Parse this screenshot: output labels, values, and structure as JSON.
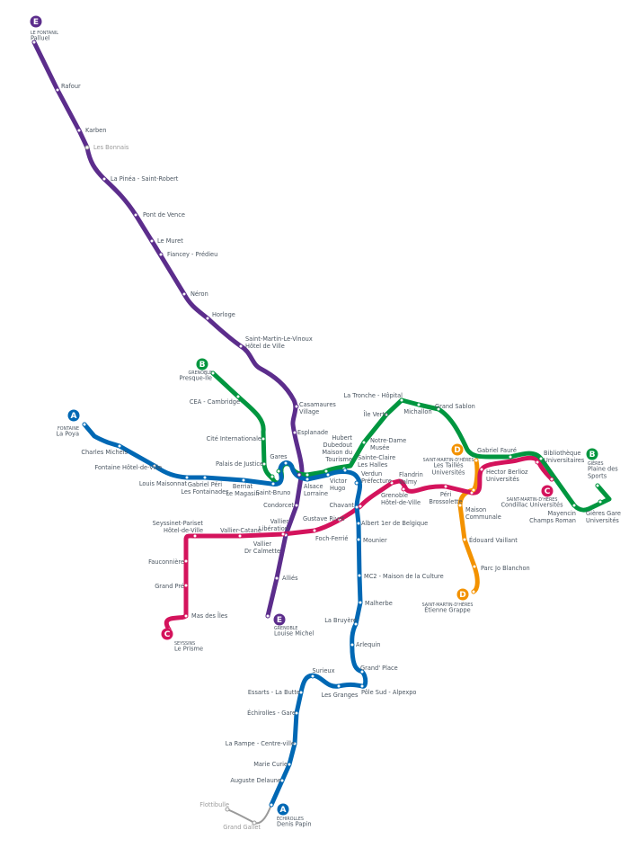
{
  "lines": {
    "A": {
      "letter": "A",
      "color": "#0068b4"
    },
    "B": {
      "letter": "B",
      "color": "#00963f"
    },
    "C": {
      "letter": "C",
      "color": "#d4135c"
    },
    "D": {
      "letter": "D",
      "color": "#f39200"
    },
    "E": {
      "letter": "E",
      "color": "#5c2d8c"
    },
    "closed": {
      "color": "#9a9a9a"
    }
  },
  "stations": {
    "e_term1": {
      "city": "LE FONTANIL",
      "name": [
        "Palluel"
      ]
    },
    "rafour": [
      "Rafour"
    ],
    "karben": [
      "Karben"
    ],
    "bonnais": [
      "Les Bonnais"
    ],
    "pinea": [
      "La Pinéa - Saint-Robert"
    ],
    "pontvence": [
      "Pont de Vence"
    ],
    "muret": [
      "Le Muret"
    ],
    "fiancey": [
      "Fiancey - Prédieu"
    ],
    "neron": [
      "Néron"
    ],
    "horloge": [
      "Horloge"
    ],
    "smlv": [
      "Saint-Martin-Le-Vinoux",
      "Hôtel de Ville"
    ],
    "casamaures": [
      "Casamaures",
      "Village"
    ],
    "esplanade": [
      "Esplanade"
    ],
    "condorcet": [
      "Condorcet"
    ],
    "vallier_lib": [
      "Vallier",
      "Libération"
    ],
    "vallier_calmette": [
      "Vallier",
      "Dr Calmette"
    ],
    "allies": [
      "Alliés"
    ],
    "e_term2": {
      "city": "GRENOBLE",
      "name": [
        "Louise Michel"
      ]
    },
    "b_term1": {
      "city": "GRENOBLE",
      "name": [
        "Presque-Île"
      ]
    },
    "cea": [
      "CEA - Cambridge"
    ],
    "cite": [
      "Cité Internationale"
    ],
    "palais": [
      "Palais de Justice"
    ],
    "gares": [
      "Gares"
    ],
    "hubert": [
      "Hubert",
      "Dubedout",
      "Maison du",
      "Tourisme"
    ],
    "sainteclaire": [
      "Sainte-Claire",
      "Les Halles"
    ],
    "notredame": [
      "Notre-Dame",
      "Musée"
    ],
    "ileverte": [
      "Île Verte"
    ],
    "tronche": [
      "La Tronche - Hôpital"
    ],
    "michallon": [
      "Michallon"
    ],
    "grandsablon": [
      "Grand Sablon"
    ],
    "gabrielfaure": [
      "Gabriel Fauré"
    ],
    "bibliotheque": [
      "Bibliothèque",
      "Universitaires"
    ],
    "mayencin": [
      "Mayencin",
      "Champs Roman"
    ],
    "gieres": [
      "Gières Gare",
      "Universités"
    ],
    "b_term2": {
      "city": "GIÈRES",
      "name": [
        "Plaine des",
        "Sports"
      ]
    },
    "a_term1": {
      "city": "FONTAINE",
      "name": [
        "La Poya"
      ]
    },
    "charlesmichels": [
      "Charles Michels"
    ],
    "fontainehdv": [
      "Fontaine Hôtel-de-Ville"
    ],
    "maisonnat": [
      "Louis Maisonnat"
    ],
    "gabrielperi": [
      "Gabriel Péri",
      "Les Fontainades"
    ],
    "berriat": [
      "Berriat",
      "Le Magasin"
    ],
    "saintbruno": [
      "Saint-Bruno"
    ],
    "alsace": [
      "Alsace",
      "Lorraine"
    ],
    "victorhugo": [
      "Victor",
      "Hugo"
    ],
    "verdun": [
      "Verdun",
      "Préfecture"
    ],
    "chavant": [
      "Chavant"
    ],
    "albert": [
      "Albert 1er de Belgique"
    ],
    "mounier": [
      "Mounier"
    ],
    "mc2": [
      "MC2 - Maison de la Culture"
    ],
    "malherbe": [
      "Malherbe"
    ],
    "labruyere": [
      "La Bruyère"
    ],
    "arlequin": [
      "Arlequin"
    ],
    "grandplace": [
      "Grand' Place"
    ],
    "polesud": [
      "Pôle Sud - Alpexpo"
    ],
    "granges": [
      "Les Granges"
    ],
    "surieux": [
      "Surieux"
    ],
    "essarts": [
      "Essarts - La Butte"
    ],
    "echgare": [
      "Échirolles - Gare"
    ],
    "larampe": [
      "La Rampe - Centre-ville"
    ],
    "mariecurie": [
      "Marie Curie"
    ],
    "delaune": [
      "Auguste Delaune"
    ],
    "a_term2": {
      "city": "ÉCHIROLLES",
      "name": [
        "Denis Papin"
      ]
    },
    "flottibulle": [
      "Flottibulle"
    ],
    "grandgallet": [
      "Grand Gallet"
    ],
    "c_term1": {
      "city": "SEYSSINS",
      "name": [
        "Le Prisme"
      ]
    },
    "masdesiles": [
      "Mas des Îles"
    ],
    "grandpre": [
      "Grand Pré"
    ],
    "fauconniere": [
      "Fauconnière"
    ],
    "seyssinet": [
      "Seyssinet-Pariset",
      "Hôtel-de-Ville"
    ],
    "vcatane": [
      "Vallier-Catane"
    ],
    "gustaverivet": [
      "Gustave Rivet"
    ],
    "fochferrie": [
      "Foch-Ferrié"
    ],
    "grenoblehdv": [
      "Grenoble",
      "Hôtel-de-Ville"
    ],
    "flandrin": [
      "Flandrin",
      "Valmy"
    ],
    "peri": [
      "Péri",
      "Brossolette"
    ],
    "berlioz": [
      "Hector Berlioz",
      "Universités"
    ],
    "c_term2": {
      "city": "SAINT-MARTIN-D'HÈRES",
      "name": [
        "Condillac Universités"
      ]
    },
    "d_term1": {
      "city": "SAINT-MARTIN-D'HÈRES",
      "name": [
        "Les Taillés",
        "Universités"
      ]
    },
    "maisoncommunale": [
      "Maison",
      "Communale"
    ],
    "edouard": [
      "Édouard Vaillant"
    ],
    "parcjo": [
      "Parc Jo Blanchon"
    ],
    "d_term2": {
      "city": "SAINT-MARTIN-D'HÈRES",
      "name": [
        "Étienne Grappe"
      ]
    }
  }
}
